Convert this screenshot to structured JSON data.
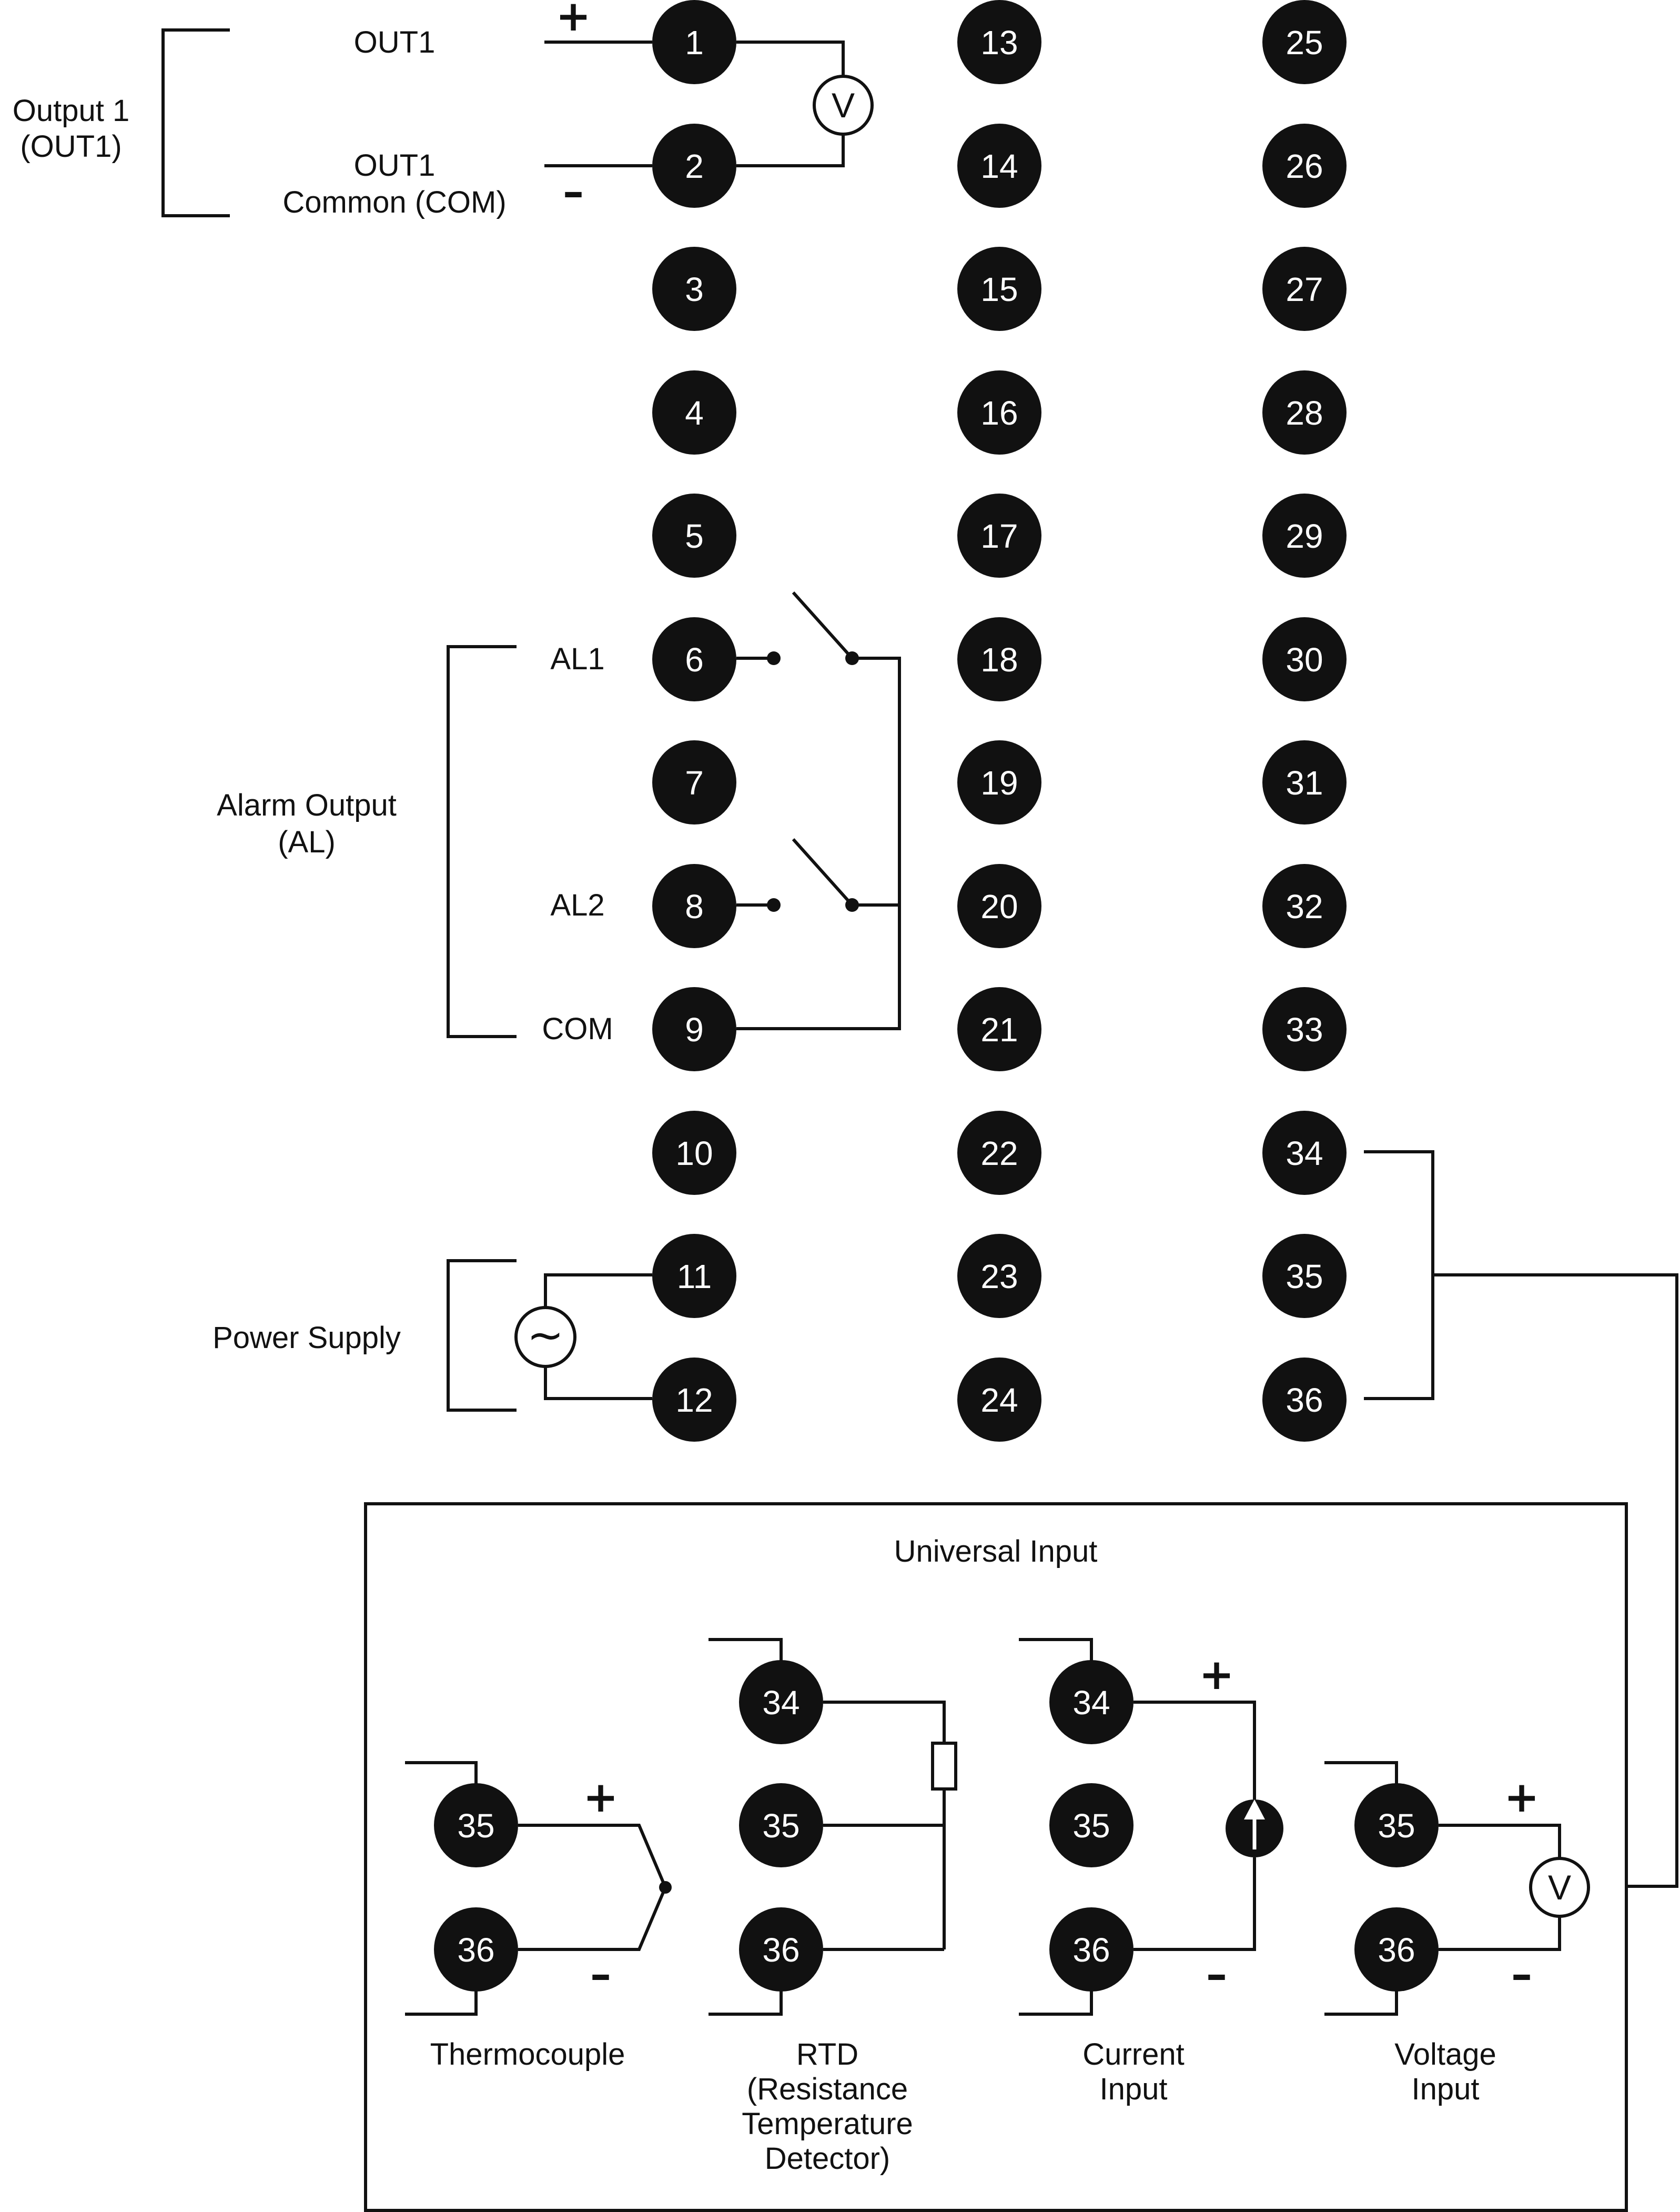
{
  "colors": {
    "ink": "#111111",
    "terminal_fill": "#111111",
    "terminal_text": "#ffffff",
    "background": "#ffffff"
  },
  "terminals": {
    "col1": [
      "1",
      "2",
      "3",
      "4",
      "5",
      "6",
      "7",
      "8",
      "9",
      "10",
      "11",
      "12"
    ],
    "col2": [
      "13",
      "14",
      "15",
      "16",
      "17",
      "18",
      "19",
      "20",
      "21",
      "22",
      "23",
      "24"
    ],
    "col3": [
      "25",
      "26",
      "27",
      "28",
      "29",
      "30",
      "31",
      "32",
      "33",
      "34",
      "35",
      "36"
    ]
  },
  "output1": {
    "group": "Output 1",
    "group_sub": "(OUT1)",
    "out1": "OUT1",
    "common_1": "OUT1",
    "common_2": "Common (COM)",
    "plus": "+",
    "minus": "–",
    "meter": "V"
  },
  "alarm": {
    "group": "Alarm Output",
    "group_sub": "(AL)",
    "al1": "AL1",
    "al2": "AL2",
    "com": "COM"
  },
  "power": {
    "label": "Power Supply",
    "symbol": "~"
  },
  "universal": {
    "title": "Universal Input",
    "thermocouple": {
      "terminals": [
        "35",
        "36"
      ],
      "label": "Thermocouple",
      "plus": "+",
      "minus": "–"
    },
    "rtd": {
      "terminals": [
        "34",
        "35",
        "36"
      ],
      "label_1": "RTD",
      "label_2": "(Resistance",
      "label_3": "Temperature",
      "label_4": "Detector)"
    },
    "current": {
      "terminals": [
        "34",
        "35",
        "36"
      ],
      "label_1": "Current",
      "label_2": "Input",
      "plus": "+",
      "minus": "–"
    },
    "voltage": {
      "terminals": [
        "35",
        "36"
      ],
      "label_1": "Voltage",
      "label_2": "Input",
      "plus": "+",
      "minus": "–",
      "meter": "V"
    }
  }
}
